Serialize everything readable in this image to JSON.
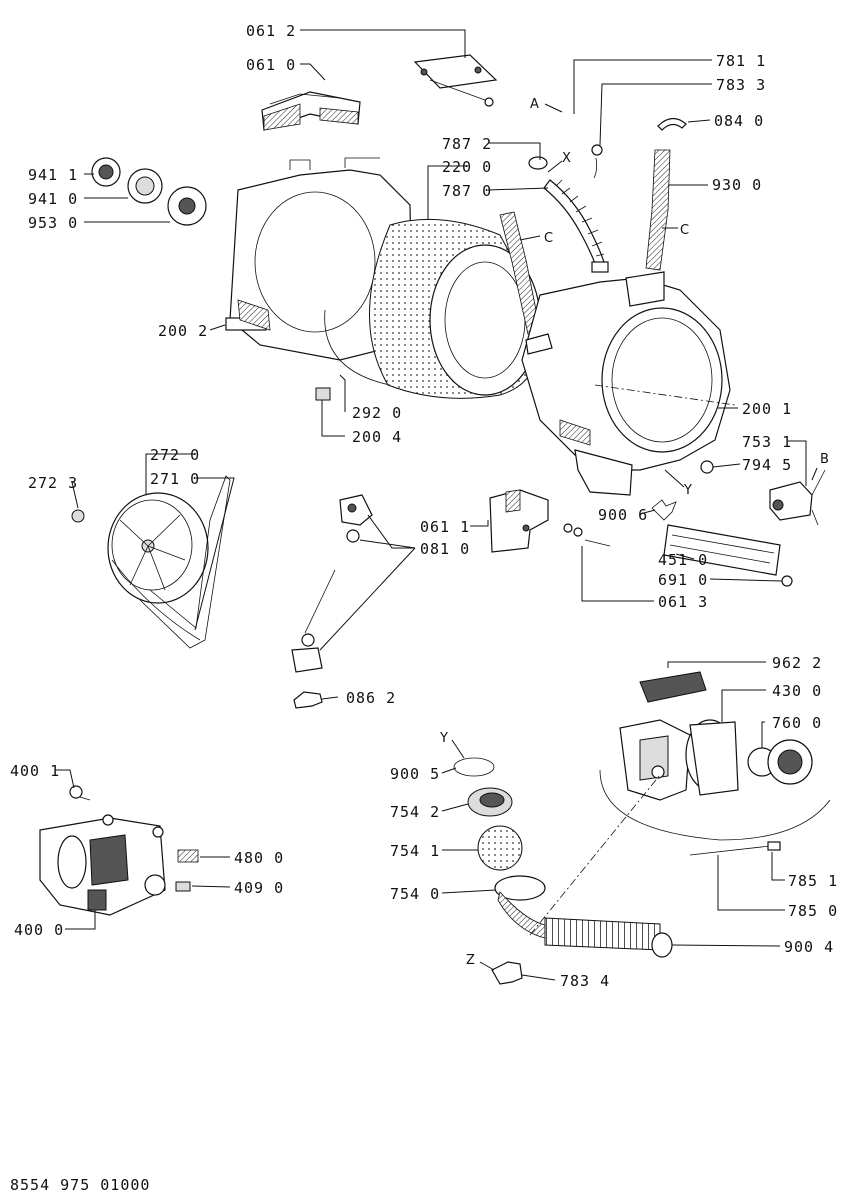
{
  "labels": {
    "p0612": "061 2",
    "p0610": "061 0",
    "p7811": "781 1",
    "p7833": "783 3",
    "pA": "A",
    "p0840": "084 0",
    "p7872": "787 2",
    "pX": "X",
    "p2200": "220 0",
    "p7870": "787 0",
    "p9300": "930 0",
    "p9411": "941 1",
    "p9410": "941 0",
    "p9530": "953 0",
    "pC1": "C",
    "pC2": "C",
    "p2002": "200 2",
    "p2920": "292 0",
    "p2004": "200 4",
    "p2001": "200 1",
    "p7531": "753 1",
    "pB": "B",
    "p7945": "794 5",
    "pY1": "Y",
    "p9006": "900 6",
    "p2720": "272 0",
    "p2723": "272 3",
    "p2710": "271 0",
    "p0611": "061 1",
    "p0810": "081 0",
    "p4510": "451 0",
    "p6910": "691 0",
    "p0613": "061 3",
    "p0862": "086 2",
    "p9622": "962 2",
    "p4300": "430 0",
    "p7600": "760 0",
    "pY2": "Y",
    "p9005": "900 5",
    "p7542": "754 2",
    "p7541": "754 1",
    "p7540": "754 0",
    "p7851": "785 1",
    "p7850": "785 0",
    "p9004": "900 4",
    "pZ": "Z",
    "p7834": "783 4",
    "p4001": "400 1",
    "p4800": "480 0",
    "p4090": "409 0",
    "p4000": "400 0"
  },
  "footer": "8554 975 01000"
}
